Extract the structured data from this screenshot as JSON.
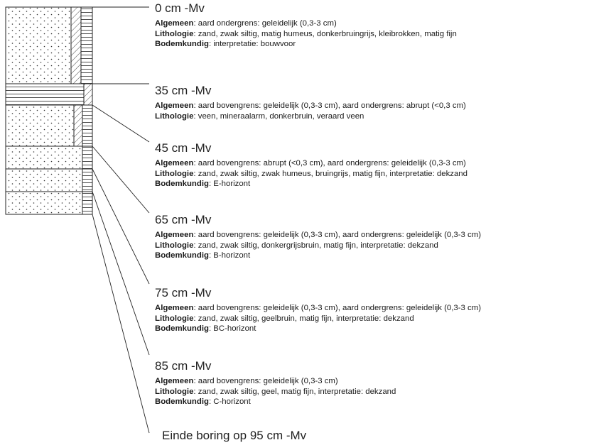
{
  "layers": [
    {
      "depth": "0 cm -Mv",
      "lines": [
        {
          "key": "Algemeen",
          "text": ": aard ondergrens: geleidelijk (0,3-3 cm)"
        },
        {
          "key": "Lithologie",
          "text": ": zand, zwak siltig, matig humeus, donkerbruingrijs, kleibrokken, matig fijn"
        },
        {
          "key": "Bodemkundig",
          "text": ": interpretatie: bouwvoor"
        }
      ]
    },
    {
      "depth": "35 cm -Mv",
      "lines": [
        {
          "key": "Algemeen",
          "text": ": aard bovengrens: geleidelijk (0,3-3 cm), aard ondergrens: abrupt (<0,3 cm)"
        },
        {
          "key": "Lithologie",
          "text": ": veen, mineraalarm, donkerbruin, veraard veen"
        }
      ]
    },
    {
      "depth": "45 cm -Mv",
      "lines": [
        {
          "key": "Algemeen",
          "text": ": aard bovengrens: abrupt (<0,3 cm), aard ondergrens: geleidelijk (0,3-3 cm)"
        },
        {
          "key": "Lithologie",
          "text": ": zand, zwak siltig, zwak humeus, bruingrijs, matig fijn, interpretatie: dekzand"
        },
        {
          "key": "Bodemkundig",
          "text": ": E-horizont"
        }
      ]
    },
    {
      "depth": "65 cm -Mv",
      "lines": [
        {
          "key": "Algemeen",
          "text": ": aard bovengrens: geleidelijk (0,3-3 cm), aard ondergrens: geleidelijk (0,3-3 cm)"
        },
        {
          "key": "Lithologie",
          "text": ": zand, zwak siltig, donkergrijsbruin, matig fijn, interpretatie: dekzand"
        },
        {
          "key": "Bodemkundig",
          "text": ": B-horizont"
        }
      ]
    },
    {
      "depth": "75 cm -Mv",
      "lines": [
        {
          "key": "Algemeen",
          "text": ": aard bovengrens: geleidelijk (0,3-3 cm), aard ondergrens: geleidelijk (0,3-3 cm)"
        },
        {
          "key": "Lithologie",
          "text": ": zand, zwak siltig, geelbruin, matig fijn, interpretatie: dekzand"
        },
        {
          "key": "Bodemkundig",
          "text": ": BC-horizont"
        }
      ]
    },
    {
      "depth": "85 cm -Mv",
      "lines": [
        {
          "key": "Algemeen",
          "text": ": aard bovengrens: geleidelijk (0,3-3 cm)"
        },
        {
          "key": "Lithologie",
          "text": ": zand, zwak siltig, geel, matig fijn, interpretatie: dekzand"
        },
        {
          "key": "Bodemkundig",
          "text": ": C-horizont"
        }
      ]
    }
  ],
  "end_label": "Einde boring op 95 cm -Mv"
}
